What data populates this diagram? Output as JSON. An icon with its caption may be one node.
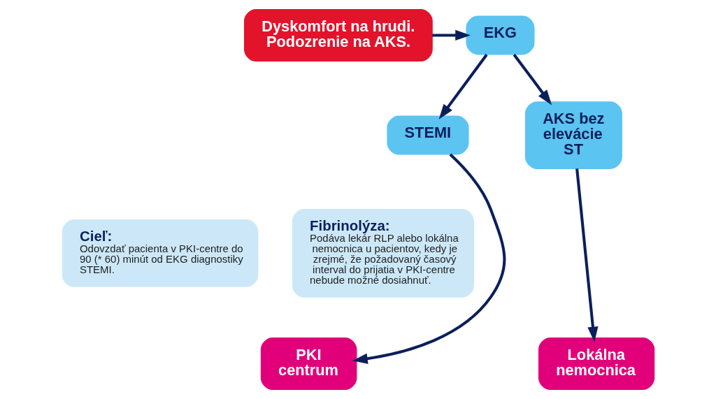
{
  "diagram": {
    "nodes": [
      {
        "text": [
          "Dyskomfort na hrudi. Podozrenie na AKS."
        ]
      },
      {
        "text": [
          "EKG"
        ]
      },
      {
        "text": [
          "STEMI"
        ]
      },
      {
        "text": [
          "AKS bez elevácie ST"
        ]
      },
      {
        "text": [
          "Cieľ:",
          "Odovzdať pacienta v PKI-centre do 90 (* 60) minút od EKG diagnostiky STEMI."
        ]
      },
      {
        "text": [
          "Fibrinolýza:",
          "Podáva lekár RLP alebo lokálna nemocnica u pacientov, kedy je zrejmé, že požadovaný časový interval do prijatia v PKI-centre nebude možné dosiahnuť."
        ]
      },
      {
        "text": [
          "PKI centrum"
        ]
      },
      {
        "text": [
          "Lokálna nemocnica"
        ]
      }
    ],
    "edges": [
      {
        "from": 0,
        "to": 1,
        "arrow": "to"
      },
      {
        "from": 1,
        "to": 2,
        "arrow": "to"
      },
      {
        "from": 1,
        "to": 3,
        "arrow": "to"
      },
      {
        "from": 2,
        "to": 6,
        "arrow": "to"
      },
      {
        "from": 3,
        "to": 7,
        "arrow": "to"
      }
    ]
  }
}
